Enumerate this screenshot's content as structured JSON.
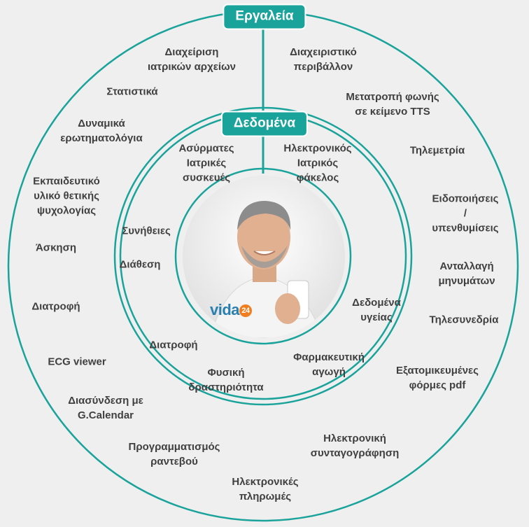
{
  "tools": {
    "title": "Εργαλεία",
    "items": [
      {
        "id": "medical-files",
        "text": "Διαχείριση\nιατρικών αρχείων"
      },
      {
        "id": "admin-env",
        "text": "Διαχειριστικό\nπεριβάλλον"
      },
      {
        "id": "statistics",
        "text": "Στατιστικά"
      },
      {
        "id": "tts",
        "text": "Μετατροπή φωνής\nσε κείμενο TTS"
      },
      {
        "id": "dynamic-questionnaires",
        "text": "Δυναμικά\nερωτηματολόγια"
      },
      {
        "id": "telemetry",
        "text": "Τηλεμετρία"
      },
      {
        "id": "positive-psychology",
        "text": "Εκπαιδευτικό\nυλικό θετικής\nψυχολογίας"
      },
      {
        "id": "notifications",
        "text": "Ειδοποιήσεις /\nυπενθυμίσεις"
      },
      {
        "id": "exercise",
        "text": "Άσκηση"
      },
      {
        "id": "messaging",
        "text": "Ανταλλαγή\nμηνυμάτων"
      },
      {
        "id": "nutrition-tool",
        "text": "Διατροφή"
      },
      {
        "id": "teleconference",
        "text": "Τηλεσυνεδρία"
      },
      {
        "id": "ecg-viewer",
        "text": "ECG viewer"
      },
      {
        "id": "pdf-forms",
        "text": "Εξατομικευμένες\nφόρμες pdf"
      },
      {
        "id": "gcalendar",
        "text": "Διασύνδεση με\nG.Calendar"
      },
      {
        "id": "e-prescription",
        "text": "Ηλεκτρονική\nσυνταγογράφηση"
      },
      {
        "id": "appointments",
        "text": "Προγραμματισμός\nραντεβού"
      },
      {
        "id": "e-payments",
        "text": "Ηλεκτρονικές\nπληρωμές"
      }
    ]
  },
  "data_ring": {
    "title": "Δεδομένα",
    "items": [
      {
        "id": "wireless-devices",
        "text": "Ασύρματες\nΙατρικές\nσυσκευές"
      },
      {
        "id": "ehr",
        "text": "Ηλεκτρονικός\nΙατρικός\nφάκελος"
      },
      {
        "id": "habits",
        "text": "Συνήθειες"
      },
      {
        "id": "mood",
        "text": "Διάθεση"
      },
      {
        "id": "health-data",
        "text": "Δεδομένα\nυγείας"
      },
      {
        "id": "nutrition-data",
        "text": "Διατροφή"
      },
      {
        "id": "medication",
        "text": "Φαρμακευτική\nαγωγή"
      },
      {
        "id": "physical-activity",
        "text": "Φυσική\nδραστηριότητα"
      }
    ]
  },
  "logo": {
    "word": "vida",
    "number": "24"
  },
  "colors": {
    "ring": "#1aa39b",
    "text": "#404040",
    "background": "#efefef"
  }
}
